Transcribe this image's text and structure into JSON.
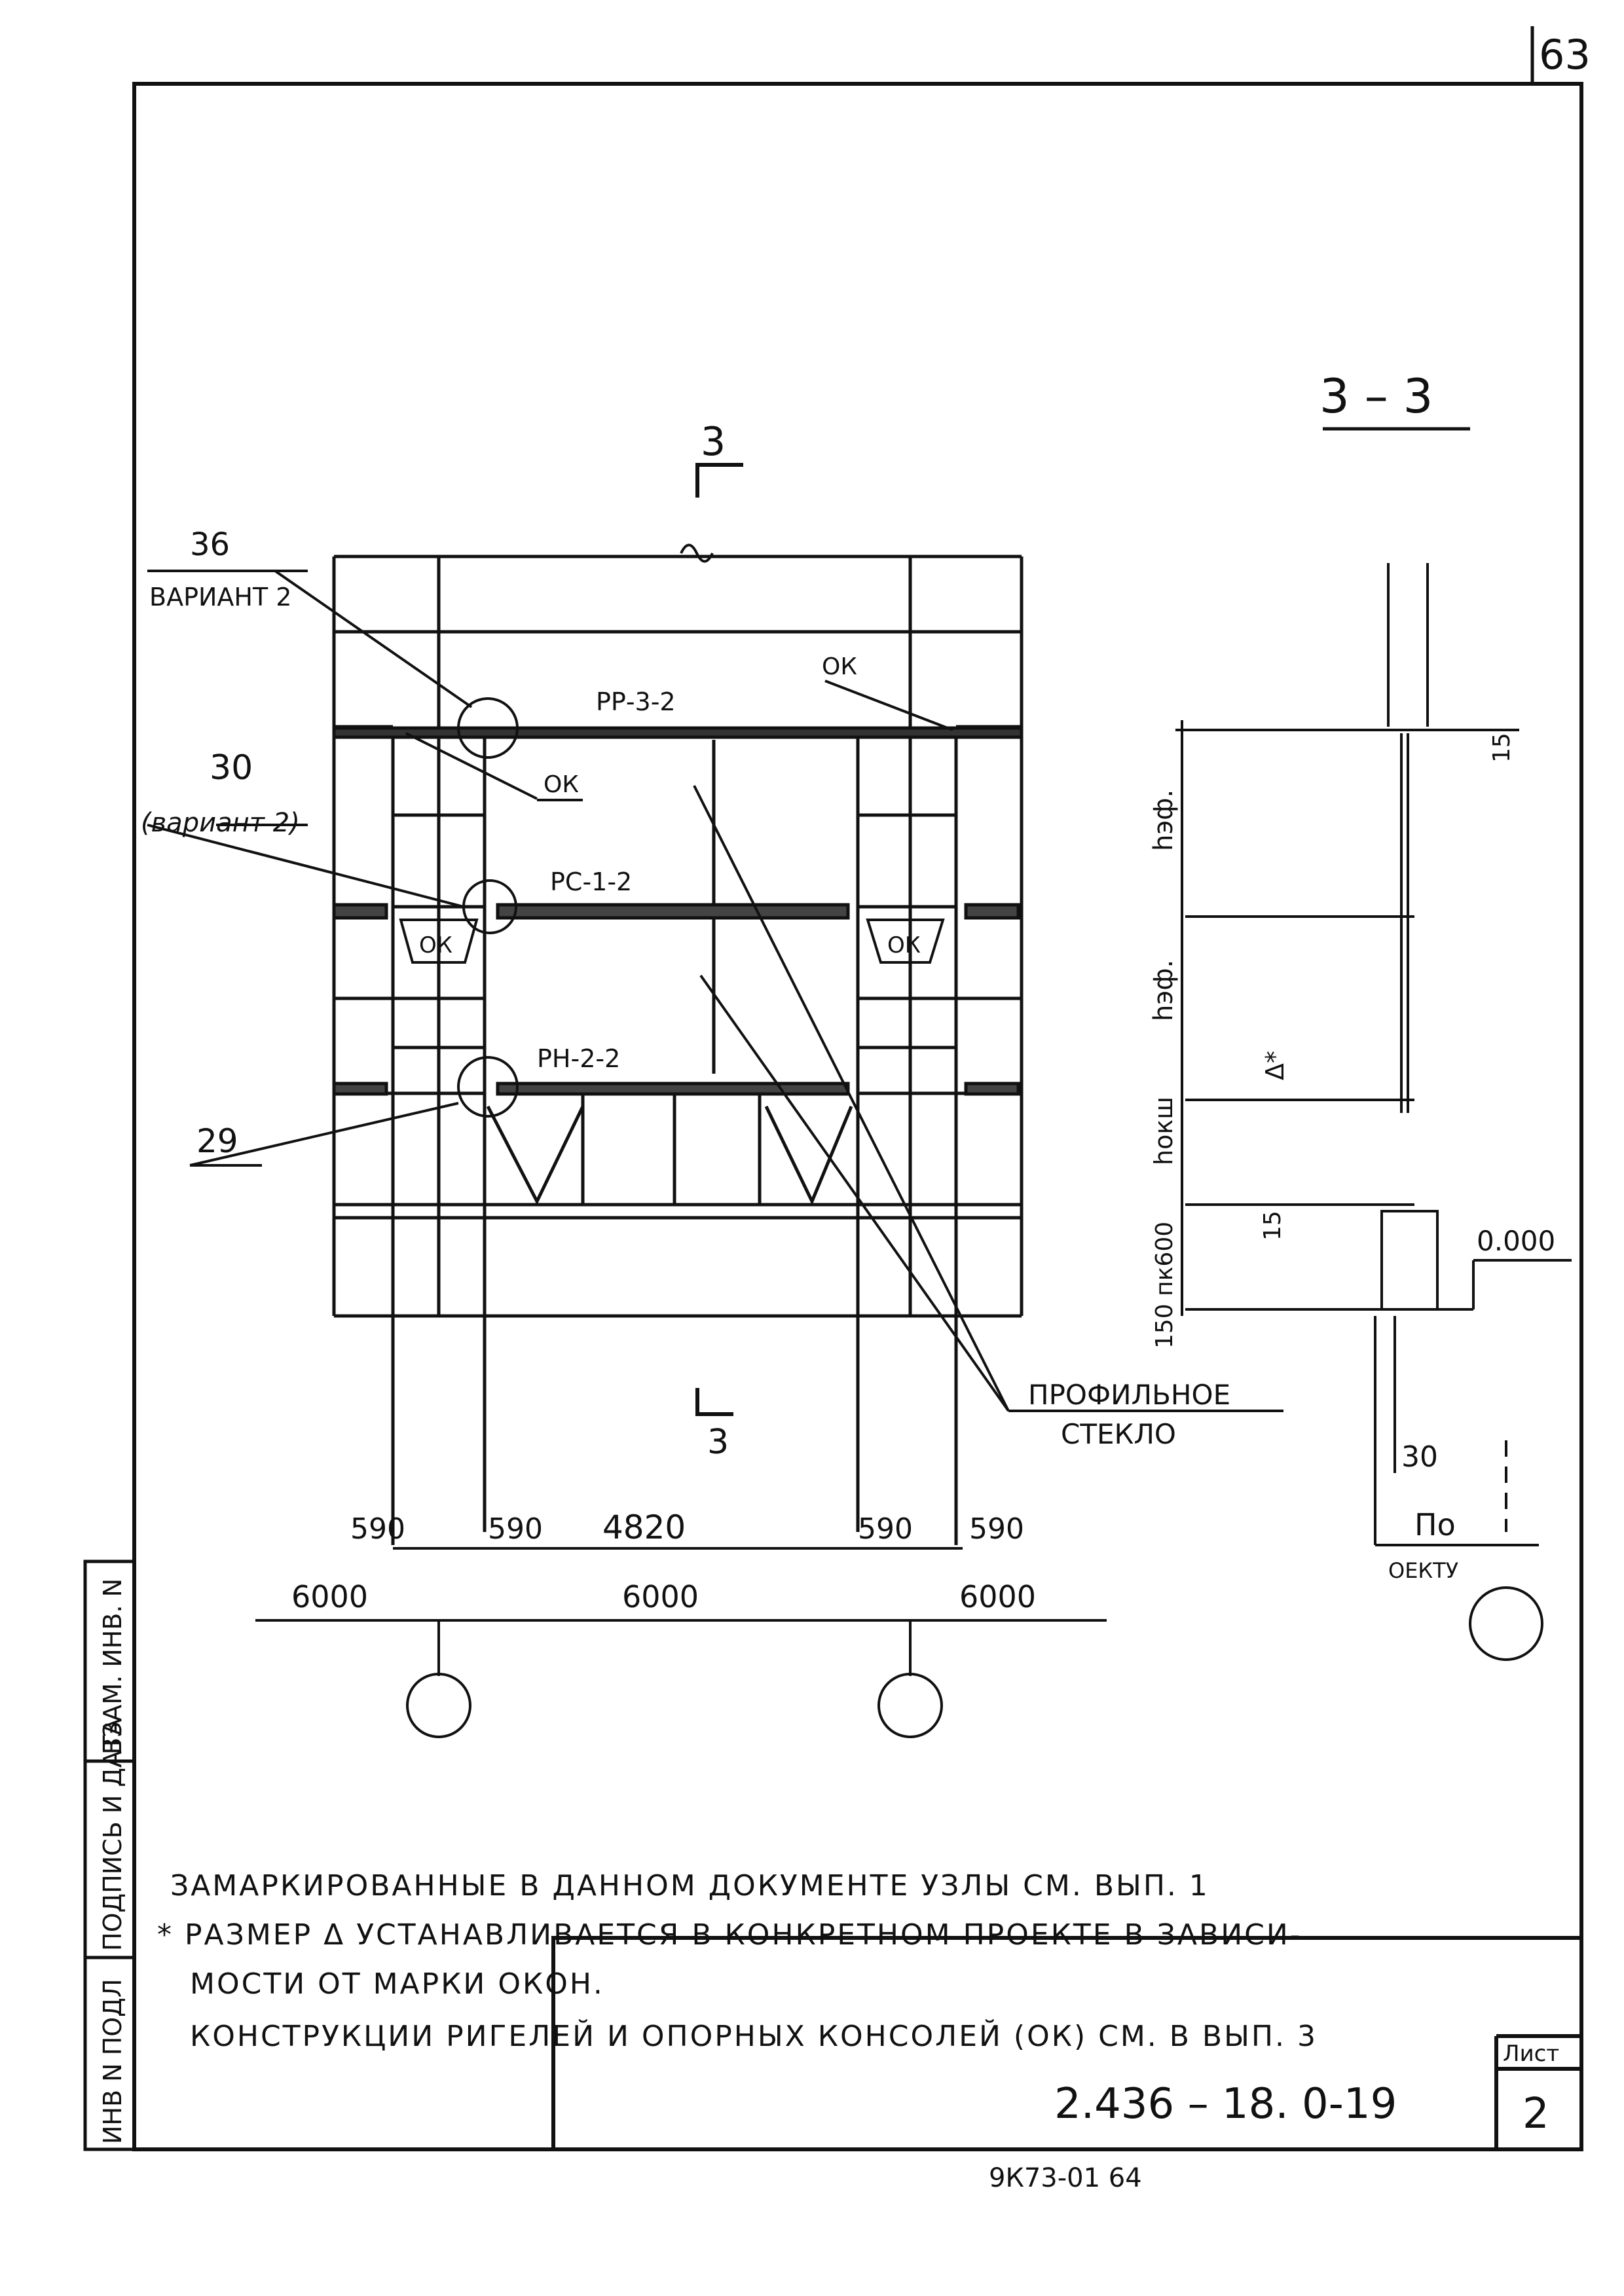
{
  "page_number": "63",
  "section_mark_top": "3",
  "section_mark_bottom": "3",
  "section_title": "3 – 3",
  "callouts": {
    "node36": "36",
    "node36_variant": "ВАРИАНТ 2",
    "node30": "30",
    "node30_variant": "(вариант 2)",
    "node29": "29",
    "ok": "ОК",
    "glass_line1": "ПРОФИЛЬНОЕ",
    "glass_line2": "СТЕКЛО"
  },
  "members": {
    "top_beam": "РР-3-2",
    "mid_beam": "РС-1-2",
    "low_beam": "РН-2-2"
  },
  "dimensions_small": [
    "590",
    "590",
    "4820",
    "590",
    "590"
  ],
  "dimensions_axes": [
    "6000",
    "6000",
    "6000"
  ],
  "section_dims": {
    "h_top": "hэф.",
    "h_mid": "hэф.",
    "h_okn": "hокш",
    "delta": "Δ*",
    "d15a": "15",
    "d15b": "15",
    "pk": "150  пк600",
    "level": "0.000",
    "d30": "30",
    "po": "По",
    "po2": "ОЕКТУ"
  },
  "notes": {
    "line1": "ЗАМАРКИРОВАННЫЕ В ДАННОМ ДОКУМЕНТЕ УЗЛЫ СМ. ВЫП. 1",
    "line2": "* РАЗМЕР Δ УСТАНАВЛИВАЕТСЯ В КОНКРЕТНОМ ПРОЕКТЕ В ЗАВИСИ-",
    "line3": "МОСТИ ОТ МАРКИ ОКОН.",
    "line4": "КОНСТРУКЦИИ РИГЕЛЕЙ И ОПОРНЫХ КОНСОЛЕЙ (ОК) СМ. В ВЫП. 3"
  },
  "side_stamp": [
    "ИНВ N ПОДЛ",
    "ПОДПИСЬ И ДАТА",
    "ВЗАМ. ИНВ. N"
  ],
  "title_block": {
    "code": "2.436 – 18.   0-19",
    "sheet_label": "Лист",
    "sheet_number": "2",
    "bottom_code": "9К73-01   64"
  }
}
